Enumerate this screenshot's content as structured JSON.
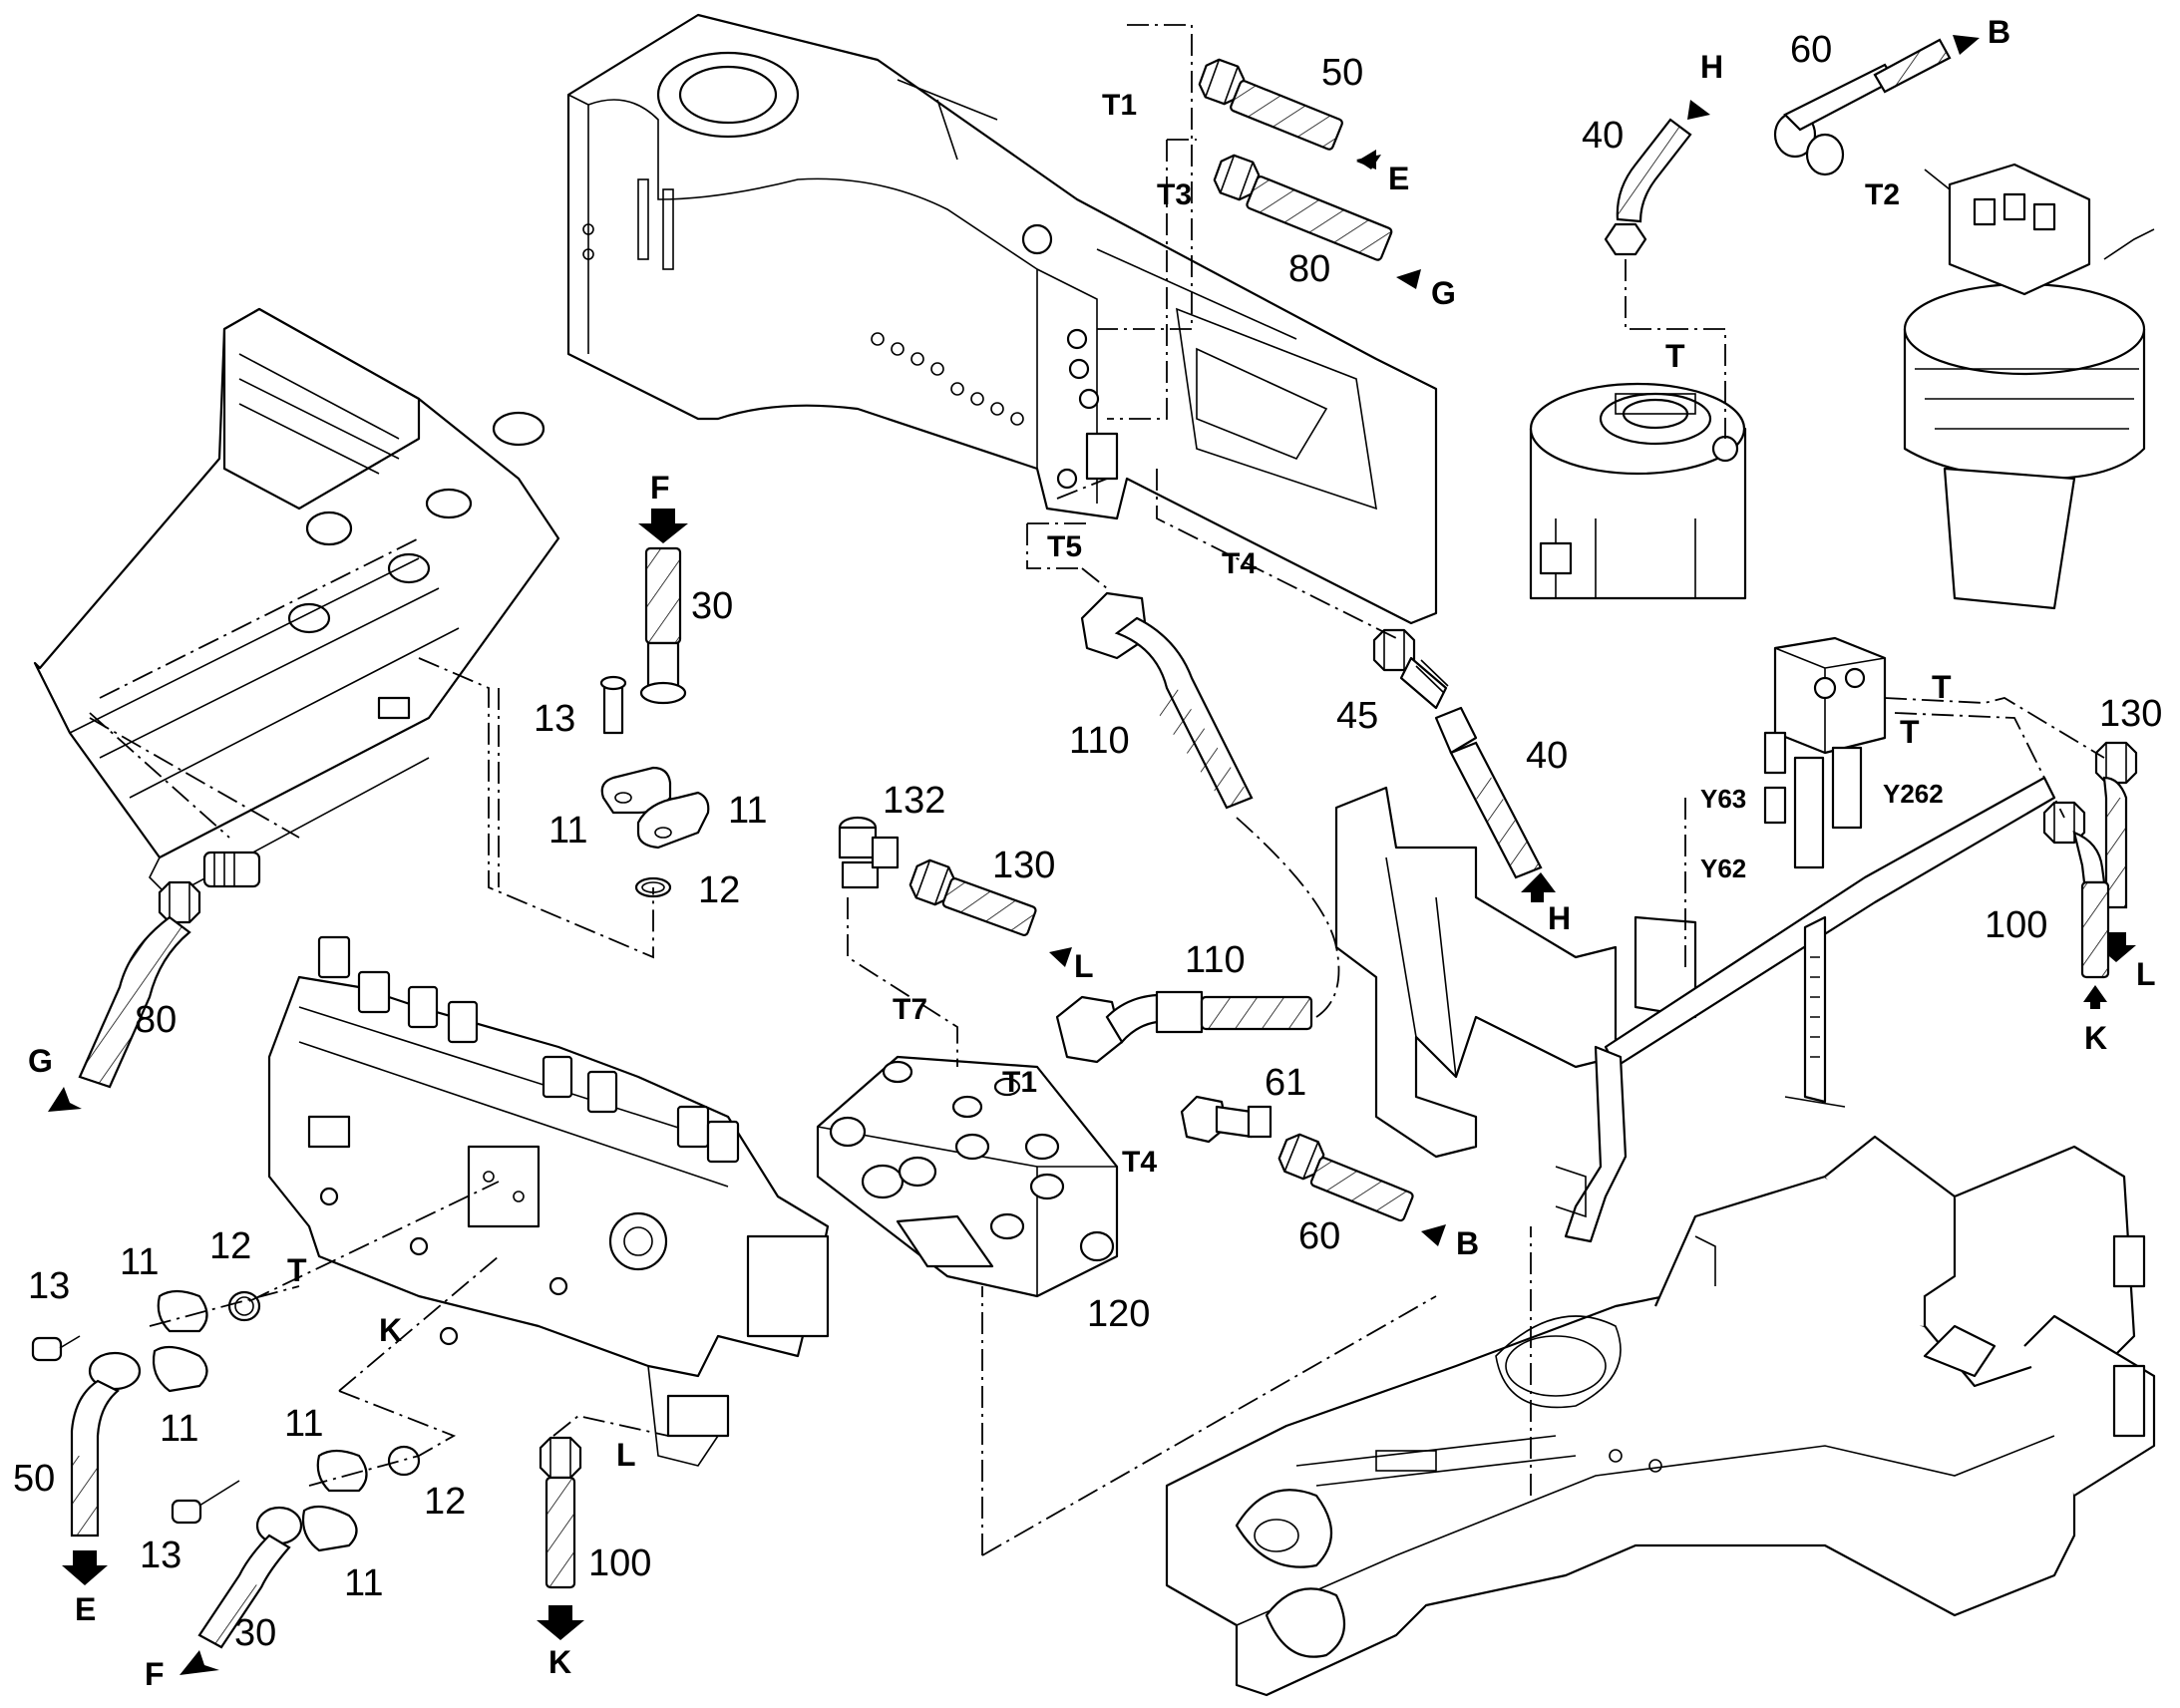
{
  "part_labels": {
    "p50_top": "50",
    "p80_top": "80",
    "p40_top": "40",
    "p60_top": "60",
    "p30": "30",
    "p13_a": "13",
    "p11_a": "11",
    "p11_b": "11",
    "p12_a": "12",
    "p80_left": "80",
    "p110_a": "110",
    "p110_b": "110",
    "p45": "45",
    "p40_mid": "40",
    "p132": "132",
    "p130_mid": "130",
    "p61": "61",
    "p60_mid": "60",
    "p120": "120",
    "p130_right": "130",
    "p100_right": "100",
    "p13_b": "13",
    "p11_c": "11",
    "p12_b": "12",
    "p11_d": "11",
    "p50_left": "50",
    "p11_e": "11",
    "p12_c": "12",
    "p13_c": "13",
    "p11_f": "11",
    "p30_bot": "30",
    "p100_bot": "100"
  },
  "port_letters": {
    "E_top": "E",
    "G_top": "G",
    "H_top": "H",
    "B_top": "B",
    "F_top": "F",
    "G_left": "G",
    "H_mid": "H",
    "L_mid": "L",
    "B_mid": "B",
    "L_right": "L",
    "K_right": "K",
    "T_mid_left": "T",
    "K_left": "K",
    "L_bot": "L",
    "E_bot": "E",
    "F_bot": "F",
    "K_bot": "K",
    "T_top_right": "T",
    "T_right_a": "T",
    "T_right_b": "T"
  },
  "connection_tags": {
    "T1_top": "T1",
    "T3": "T3",
    "T2": "T2",
    "T5": "T5",
    "T4_top": "T4",
    "T7": "T7",
    "T1_mid": "T1",
    "T4_mid": "T4"
  },
  "solenoid_labels": {
    "y63": "Y63",
    "y262": "Y262",
    "y62": "Y62"
  },
  "icons": [
    "arrow-icon",
    "hose-icon",
    "fitting-icon"
  ]
}
